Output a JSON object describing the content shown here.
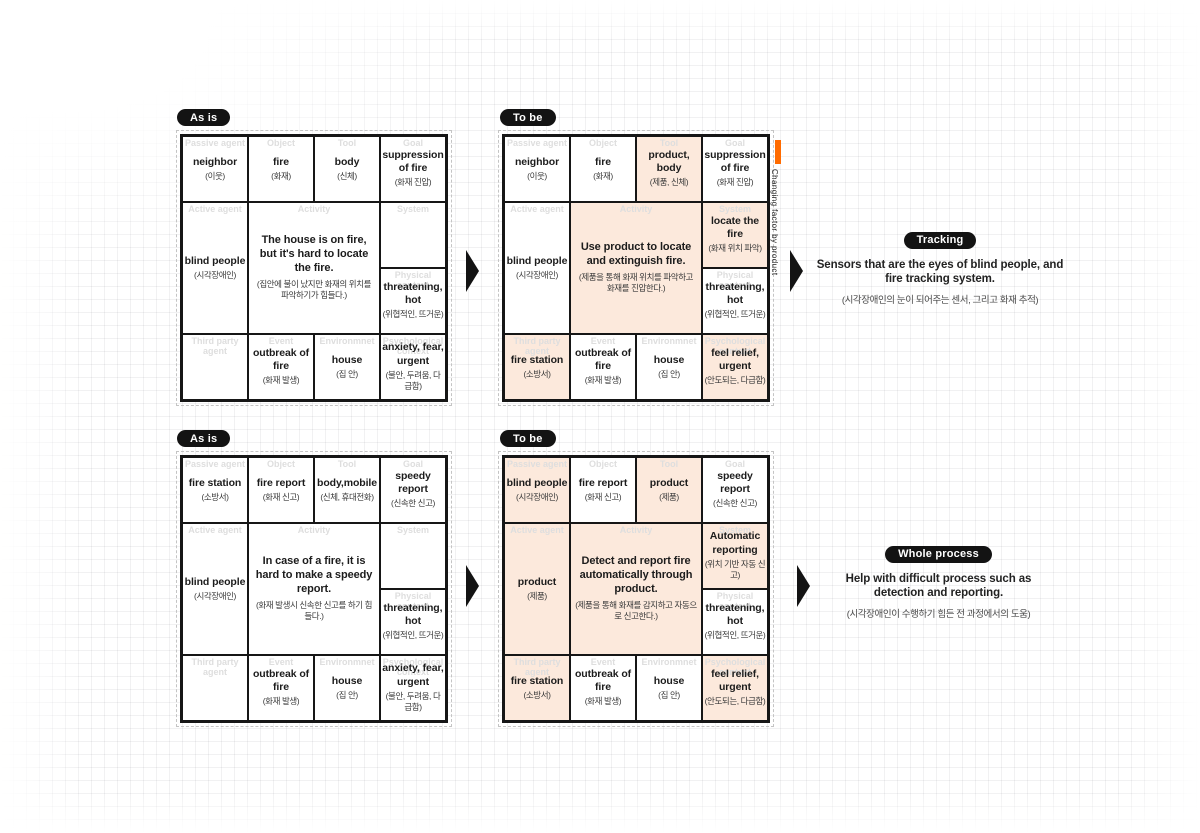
{
  "colors": {
    "accent_orange": "#ff6b00",
    "highlight_peach": "#fce9dc",
    "badge_black": "#131313"
  },
  "labels": {
    "passive": "Passive agent",
    "object": "Object",
    "tool": "Tool",
    "goal": "Goal",
    "active": "Active agent",
    "activity": "Activity",
    "system": "System",
    "physical": "Physical context",
    "third": "Third party agent",
    "event": "Event",
    "environment": "Environmnet",
    "psych": "Psychological context"
  },
  "side_note": {
    "text": "Changing factor by product"
  },
  "tables": [
    {
      "badge": "As is",
      "cells": {
        "passive": {
          "en": "neighbor",
          "kr": "(이웃)",
          "hl": false
        },
        "object": {
          "en": "fire",
          "kr": "(화재)",
          "hl": false
        },
        "tool": {
          "en": "body",
          "kr": "(신체)",
          "hl": false
        },
        "goal": {
          "en": "suppression of fire",
          "kr": "(화재 진압)",
          "hl": false
        },
        "active": {
          "en": "blind people",
          "kr": "(시각장애인)",
          "hl": false
        },
        "activity": {
          "en": "The house is on fire, but it's hard to locate the fire.",
          "kr": "(집안에 불이 났지만 화재의 위치를 파악하기가 힘들다.)",
          "hl": false
        },
        "system": {
          "en": "",
          "kr": "",
          "hl": false
        },
        "physical": {
          "en": "threatening, hot",
          "kr": "(위협적인, 뜨거운)",
          "hl": false
        },
        "third": {
          "en": "",
          "kr": "",
          "hl": false
        },
        "event": {
          "en": "outbreak of fire",
          "kr": "(화재 발생)",
          "hl": false
        },
        "environment": {
          "en": "house",
          "kr": "(집 안)",
          "hl": false
        },
        "psych": {
          "en": "anxiety, fear, urgent",
          "kr": "(불안, 두려움, 다급함)",
          "hl": false
        }
      }
    },
    {
      "badge": "To be",
      "cells": {
        "passive": {
          "en": "neighbor",
          "kr": "(이웃)",
          "hl": false
        },
        "object": {
          "en": "fire",
          "kr": "(화재)",
          "hl": false
        },
        "tool": {
          "en": "product, body",
          "kr": "(제품, 신체)",
          "hl": true
        },
        "goal": {
          "en": "suppression of fire",
          "kr": "(화재 진압)",
          "hl": false
        },
        "active": {
          "en": "blind people",
          "kr": "(시각장애인)",
          "hl": false
        },
        "activity": {
          "en": "Use product to locate and extinguish fire.",
          "kr": "(제품을 통해 화재 위치를 파악하고 화재를 진압한다.)",
          "hl": true
        },
        "system": {
          "en": "locate the fire",
          "kr": "(화재 위치 파악)",
          "hl": true
        },
        "physical": {
          "en": "threatening, hot",
          "kr": "(위협적인, 뜨거운)",
          "hl": false
        },
        "third": {
          "en": "fire station",
          "kr": "(소방서)",
          "hl": true
        },
        "event": {
          "en": "outbreak of fire",
          "kr": "(화재 발생)",
          "hl": false
        },
        "environment": {
          "en": "house",
          "kr": "(집 안)",
          "hl": false
        },
        "psych": {
          "en": "feel relief, urgent",
          "kr": "(안도되는, 다급함)",
          "hl": true
        }
      }
    },
    {
      "badge": "As is",
      "cells": {
        "passive": {
          "en": "fire station",
          "kr": "(소방서)",
          "hl": false
        },
        "object": {
          "en": "fire report",
          "kr": "(화재 신고)",
          "hl": false
        },
        "tool": {
          "en": "body,mobile",
          "kr": "(신체, 휴대전화)",
          "hl": false
        },
        "goal": {
          "en": "speedy report",
          "kr": "(신속한 신고)",
          "hl": false
        },
        "active": {
          "en": "blind people",
          "kr": "(시각장애인)",
          "hl": false
        },
        "activity": {
          "en": "In case of a fire, it is hard to make a speedy report.",
          "kr": "(화재 발생시 신속한 신고를 하기 힘들다.)",
          "hl": false
        },
        "system": {
          "en": "",
          "kr": "",
          "hl": false
        },
        "physical": {
          "en": "threatening, hot",
          "kr": "(위협적인, 뜨거운)",
          "hl": false
        },
        "third": {
          "en": "",
          "kr": "",
          "hl": false
        },
        "event": {
          "en": "outbreak of fire",
          "kr": "(화재 발생)",
          "hl": false
        },
        "environment": {
          "en": "house",
          "kr": "(집 안)",
          "hl": false
        },
        "psych": {
          "en": "anxiety, fear, urgent",
          "kr": "(불안, 두려움, 다급함)",
          "hl": false
        }
      }
    },
    {
      "badge": "To be",
      "cells": {
        "passive": {
          "en": "blind people",
          "kr": "(시각장애인)",
          "hl": true
        },
        "object": {
          "en": "fire report",
          "kr": "(화재 신고)",
          "hl": false
        },
        "tool": {
          "en": "product",
          "kr": "(제품)",
          "hl": true
        },
        "goal": {
          "en": "speedy report",
          "kr": "(신속한 신고)",
          "hl": false
        },
        "active": {
          "en": "product",
          "kr": "(제품)",
          "hl": true
        },
        "activity": {
          "en": "Detect and report fire automatically through product.",
          "kr": "(제품을 통해 화재를 감지하고 자동으로 신고한다.)",
          "hl": true
        },
        "system": {
          "en": "Automatic reporting",
          "kr": "(위치 기반 자동 신고)",
          "hl": true
        },
        "physical": {
          "en": "threatening, hot",
          "kr": "(위협적인, 뜨거운)",
          "hl": false
        },
        "third": {
          "en": "fire station",
          "kr": "(소방서)",
          "hl": true
        },
        "event": {
          "en": "outbreak of fire",
          "kr": "(화재 발생)",
          "hl": false
        },
        "environment": {
          "en": "house",
          "kr": "(집 안)",
          "hl": false
        },
        "psych": {
          "en": "feel relief, urgent",
          "kr": "(안도되는, 다급함)",
          "hl": true
        }
      }
    }
  ],
  "annotations": [
    {
      "badge": "Tracking",
      "en": "Sensors that are the eyes of blind people, and fire tracking system.",
      "kr": "(시각장애인의 눈이 되어주는 센서, 그리고 화재 추적)"
    },
    {
      "badge": "Whole process",
      "en": "Help with difficult process such as detection and reporting.",
      "kr": "(시각장애인이 수행하기 힘든 전 과정에서의 도움)"
    }
  ]
}
